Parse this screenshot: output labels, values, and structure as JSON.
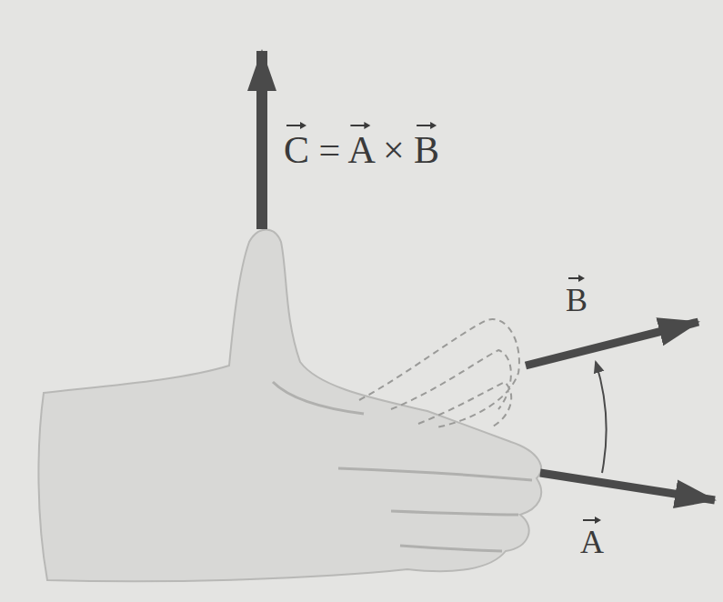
{
  "diagram": {
    "labels": [
      "C = A × B",
      "B",
      "A"
    ]
  }
}
